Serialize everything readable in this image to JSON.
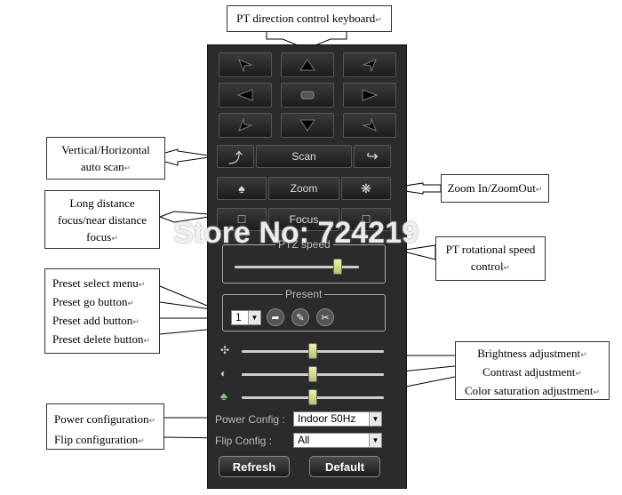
{
  "callouts": {
    "pt_direction": "PT direction control keyboard",
    "auto_scan": [
      "Vertical/Horizontal",
      "auto scan"
    ],
    "zoom": "Zoom In/ZoomOut",
    "focus": [
      "Long distance",
      "focus/near distance",
      "focus"
    ],
    "pt_speed": [
      "PT rotational speed",
      "control"
    ],
    "preset": [
      "Preset select menu",
      "Preset go button",
      "Preset add button",
      "Preset delete button"
    ],
    "image_adj": [
      "Brightness adjustment",
      "Contrast adjustment",
      "Color saturation adjustment"
    ],
    "config": [
      "Power configuration",
      "Flip configuration"
    ],
    "return_mark": "↵"
  },
  "panel": {
    "direction_pad": [
      "up-left-arrow-icon",
      "up-arrow-icon",
      "up-right-arrow-icon",
      "left-arrow-icon",
      "center-stop-icon",
      "right-arrow-icon",
      "down-left-arrow-icon",
      "down-arrow-icon",
      "down-right-arrow-icon"
    ],
    "scan_label": "Scan",
    "zoom_label": "Zoom",
    "focus_label": "Focus",
    "ptz_speed_label": "PTZ speed",
    "ptz_speed_value": 0.83,
    "preset_label": "Present",
    "preset_value": "1",
    "brightness_value": 0.5,
    "contrast_value": 0.5,
    "saturation_value": 0.5,
    "power_config_label": "Power Config :",
    "power_config_value": "Indoor 50Hz",
    "flip_config_label": "Flip Config :",
    "flip_config_value": "All",
    "refresh_label": "Refresh",
    "default_label": "Default"
  },
  "watermark": "Store No: 724219",
  "colors": {
    "panel_bg": "#2b2b2b",
    "button_bg": "#1c1c1c",
    "slider_thumb": "#d8d890"
  }
}
